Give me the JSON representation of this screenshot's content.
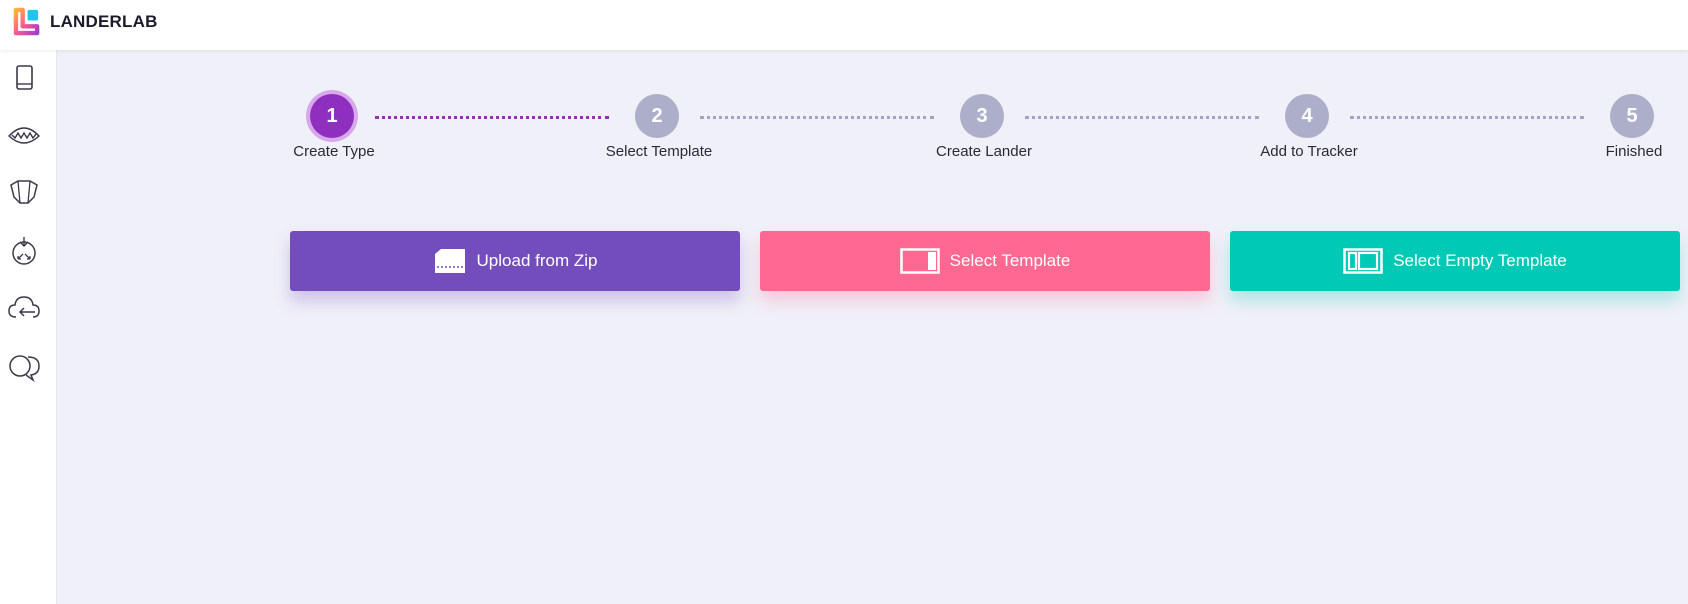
{
  "app": {
    "brand": "LANDERLAB"
  },
  "sidebar": {
    "items": [
      {
        "icon": "tablet-icon"
      },
      {
        "icon": "wave-icon"
      },
      {
        "icon": "shield-icon"
      },
      {
        "icon": "compass-icon"
      },
      {
        "icon": "cloud-icon"
      },
      {
        "icon": "chat-bubbles-icon"
      }
    ]
  },
  "stepper": {
    "active_step": 1,
    "steps": [
      {
        "number": "1",
        "label": "Create Type"
      },
      {
        "number": "2",
        "label": "Select Template"
      },
      {
        "number": "3",
        "label": "Create Lander"
      },
      {
        "number": "4",
        "label": "Add to Tracker"
      },
      {
        "number": "5",
        "label": "Finished"
      }
    ]
  },
  "actions": {
    "upload_zip": "Upload from Zip",
    "select_template": "Select Template",
    "select_empty_template": "Select Empty Template"
  },
  "colors": {
    "purple": "#744dbd",
    "pink": "#ff6890",
    "teal": "#00c9b5",
    "active_step": "#8e2fbf",
    "inactive_step": "#adaec9",
    "background": "#f0f0f8"
  }
}
